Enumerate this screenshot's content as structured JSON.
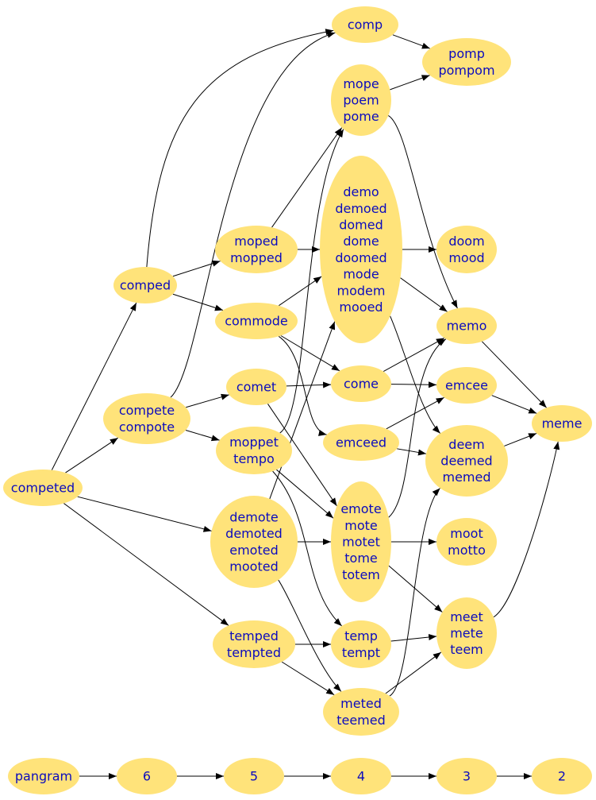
{
  "graph": {
    "nodes": [
      {
        "id": "comp",
        "lines": [
          "comp"
        ]
      },
      {
        "id": "pomp",
        "lines": [
          "pomp",
          "pompom"
        ]
      },
      {
        "id": "mope",
        "lines": [
          "mope",
          "poem",
          "pome"
        ]
      },
      {
        "id": "demo",
        "lines": [
          "demo",
          "demoed",
          "domed",
          "dome",
          "doomed",
          "mode",
          "modem",
          "mooed"
        ]
      },
      {
        "id": "doom",
        "lines": [
          "doom",
          "mood"
        ]
      },
      {
        "id": "comped",
        "lines": [
          "comped"
        ]
      },
      {
        "id": "moped",
        "lines": [
          "moped",
          "mopped"
        ]
      },
      {
        "id": "commode",
        "lines": [
          "commode"
        ]
      },
      {
        "id": "memo",
        "lines": [
          "memo"
        ]
      },
      {
        "id": "comet",
        "lines": [
          "comet"
        ]
      },
      {
        "id": "come",
        "lines": [
          "come"
        ]
      },
      {
        "id": "emcee",
        "lines": [
          "emcee"
        ]
      },
      {
        "id": "compete",
        "lines": [
          "compete",
          "compote"
        ]
      },
      {
        "id": "meme",
        "lines": [
          "meme"
        ]
      },
      {
        "id": "moppet",
        "lines": [
          "moppet",
          "tempo"
        ]
      },
      {
        "id": "emceed",
        "lines": [
          "emceed"
        ]
      },
      {
        "id": "deem",
        "lines": [
          "deem",
          "deemed",
          "memed"
        ]
      },
      {
        "id": "competed",
        "lines": [
          "competed"
        ]
      },
      {
        "id": "demote",
        "lines": [
          "demote",
          "demoted",
          "emoted",
          "mooted"
        ]
      },
      {
        "id": "emote",
        "lines": [
          "emote",
          "mote",
          "motet",
          "tome",
          "totem"
        ]
      },
      {
        "id": "moot",
        "lines": [
          "moot",
          "motto"
        ]
      },
      {
        "id": "meet",
        "lines": [
          "meet",
          "mete",
          "teem"
        ]
      },
      {
        "id": "temped",
        "lines": [
          "temped",
          "tempted"
        ]
      },
      {
        "id": "temp",
        "lines": [
          "temp",
          "tempt"
        ]
      },
      {
        "id": "meted",
        "lines": [
          "meted",
          "teemed"
        ]
      },
      {
        "id": "pangram",
        "lines": [
          "pangram"
        ]
      },
      {
        "id": "n6",
        "lines": [
          "6"
        ]
      },
      {
        "id": "n5",
        "lines": [
          "5"
        ]
      },
      {
        "id": "n4",
        "lines": [
          "4"
        ]
      },
      {
        "id": "n3",
        "lines": [
          "3"
        ]
      },
      {
        "id": "n2",
        "lines": [
          "2"
        ]
      }
    ],
    "edges": [
      [
        "comp",
        "pomp"
      ],
      [
        "mope",
        "pomp"
      ],
      [
        "mope",
        "memo"
      ],
      [
        "demo",
        "doom"
      ],
      [
        "demo",
        "memo"
      ],
      [
        "demo",
        "deem"
      ],
      [
        "comped",
        "comp"
      ],
      [
        "comped",
        "moped"
      ],
      [
        "comped",
        "commode"
      ],
      [
        "moped",
        "mope"
      ],
      [
        "moped",
        "demo"
      ],
      [
        "commode",
        "demo"
      ],
      [
        "commode",
        "come"
      ],
      [
        "commode",
        "emceed"
      ],
      [
        "compete",
        "comp"
      ],
      [
        "compete",
        "comet"
      ],
      [
        "compete",
        "moppet"
      ],
      [
        "comet",
        "come"
      ],
      [
        "comet",
        "emote"
      ],
      [
        "come",
        "memo"
      ],
      [
        "come",
        "emcee"
      ],
      [
        "emceed",
        "emcee"
      ],
      [
        "emceed",
        "deem"
      ],
      [
        "memo",
        "meme"
      ],
      [
        "emcee",
        "meme"
      ],
      [
        "deem",
        "meme"
      ],
      [
        "meet",
        "meme"
      ],
      [
        "moppet",
        "mope"
      ],
      [
        "moppet",
        "emote"
      ],
      [
        "moppet",
        "temp"
      ],
      [
        "competed",
        "comped"
      ],
      [
        "competed",
        "compete"
      ],
      [
        "competed",
        "demote"
      ],
      [
        "competed",
        "temped"
      ],
      [
        "demote",
        "demo"
      ],
      [
        "demote",
        "emote"
      ],
      [
        "demote",
        "meted"
      ],
      [
        "emote",
        "memo"
      ],
      [
        "emote",
        "moot"
      ],
      [
        "emote",
        "meet"
      ],
      [
        "temped",
        "temp"
      ],
      [
        "temped",
        "meted"
      ],
      [
        "temp",
        "meet"
      ],
      [
        "meted",
        "deem"
      ],
      [
        "meted",
        "meet"
      ],
      [
        "pangram",
        "n6"
      ],
      [
        "n6",
        "n5"
      ],
      [
        "n5",
        "n4"
      ],
      [
        "n4",
        "n3"
      ],
      [
        "n3",
        "n2"
      ]
    ]
  }
}
